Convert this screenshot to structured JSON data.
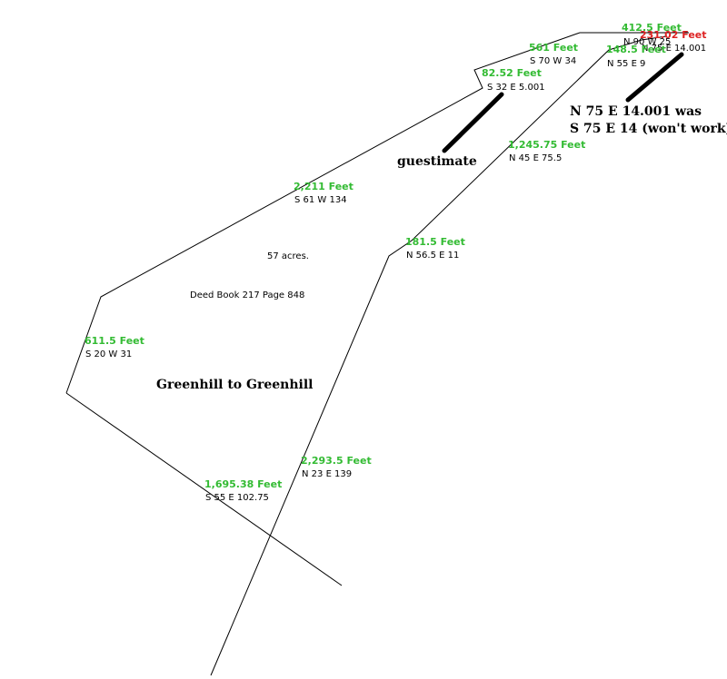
{
  "colors": {
    "distance": "#33bb33",
    "distance_alt": "#dd2222",
    "line": "#000000",
    "background": "#ffffff"
  },
  "labels": {
    "l412": {
      "distance": "412.5 Feet",
      "bearing": "N 90 W 25"
    },
    "l231": {
      "distance": "231.02 Feet",
      "bearing": "N 75 E 14.001"
    },
    "l148": {
      "distance": "148.5 Feet",
      "bearing": "N 55 E 9"
    },
    "l561": {
      "distance": "561 Feet",
      "bearing": "S 70 W 34"
    },
    "l82": {
      "distance": "82.52 Feet",
      "bearing": "S 32 E 5.001"
    },
    "l1245": {
      "distance": "1,245.75 Feet",
      "bearing": "N 45 E 75.5"
    },
    "l2211": {
      "distance": "2,211 Feet",
      "bearing": "S 61 W 134"
    },
    "l181": {
      "distance": "181.5 Feet",
      "bearing": "N 56.5 E 11"
    },
    "l611": {
      "distance": "611.5 Feet",
      "bearing": "S 20 W 31"
    },
    "l2293": {
      "distance": "2,293.5 Feet",
      "bearing": "N 23 E 139"
    },
    "l1695": {
      "distance": "1,695.38 Feet",
      "bearing": "S 55 E 102.75"
    }
  },
  "notes": {
    "acres": "57 acres.",
    "deed": "Deed Book 217 Page 848",
    "title": "Greenhill to Greenhill",
    "guestimate": "guestimate",
    "correction_line1": "N 75 E 14.001 was",
    "correction_line2": "S 75 E 14 (won't work)"
  }
}
